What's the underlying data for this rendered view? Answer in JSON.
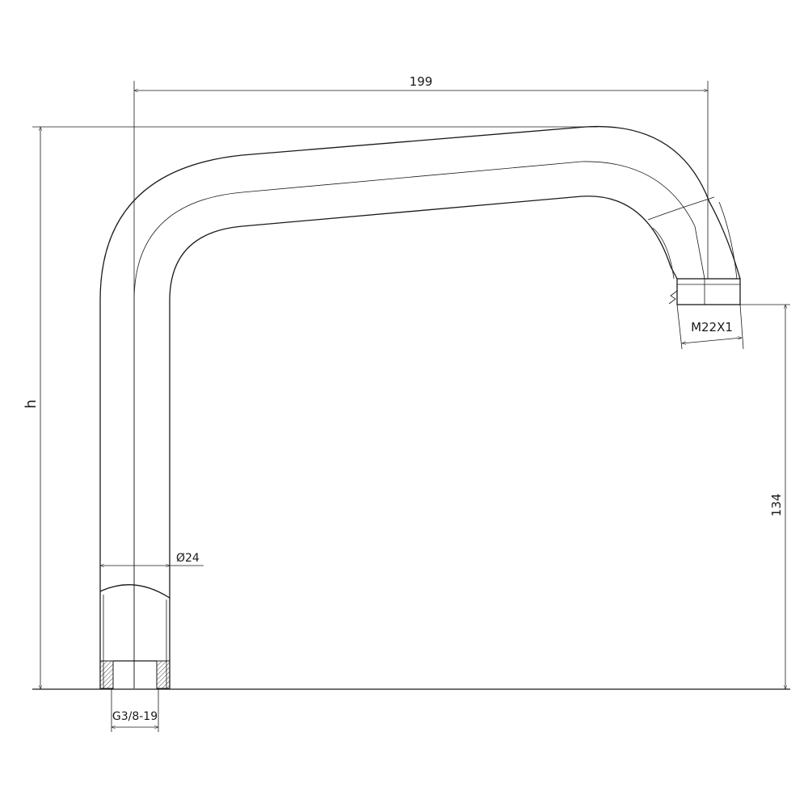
{
  "drawing": {
    "dimensions": {
      "width_label": "199",
      "height_label": "h",
      "outlet_height_label": "134",
      "outlet_thread_label": "M22X1",
      "tube_diameter_label": "Ø24",
      "inlet_thread_label": "G3/8-19"
    }
  }
}
